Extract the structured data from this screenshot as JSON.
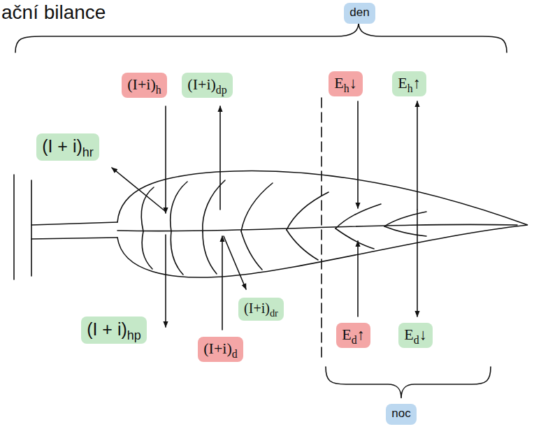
{
  "diagram": {
    "title": "ační bilance",
    "nodes": [
      {
        "text": [
          "den"
        ]
      },
      {
        "text": [
          "(I+i)h"
        ]
      },
      {
        "text": [
          "(I+i)dp"
        ]
      },
      {
        "text": [
          "Eh↓"
        ]
      },
      {
        "text": [
          "Eh↑"
        ]
      },
      {
        "text": [
          "(I + i)hr"
        ]
      },
      {
        "text": [
          "(I+i)dr"
        ]
      },
      {
        "text": [
          "(I + i)hp"
        ]
      },
      {
        "text": [
          "Ed↑"
        ]
      },
      {
        "text": [
          "(I+i)d"
        ]
      },
      {
        "text": [
          "Ed↓"
        ]
      },
      {
        "text": [
          "noc"
        ]
      }
    ]
  }
}
